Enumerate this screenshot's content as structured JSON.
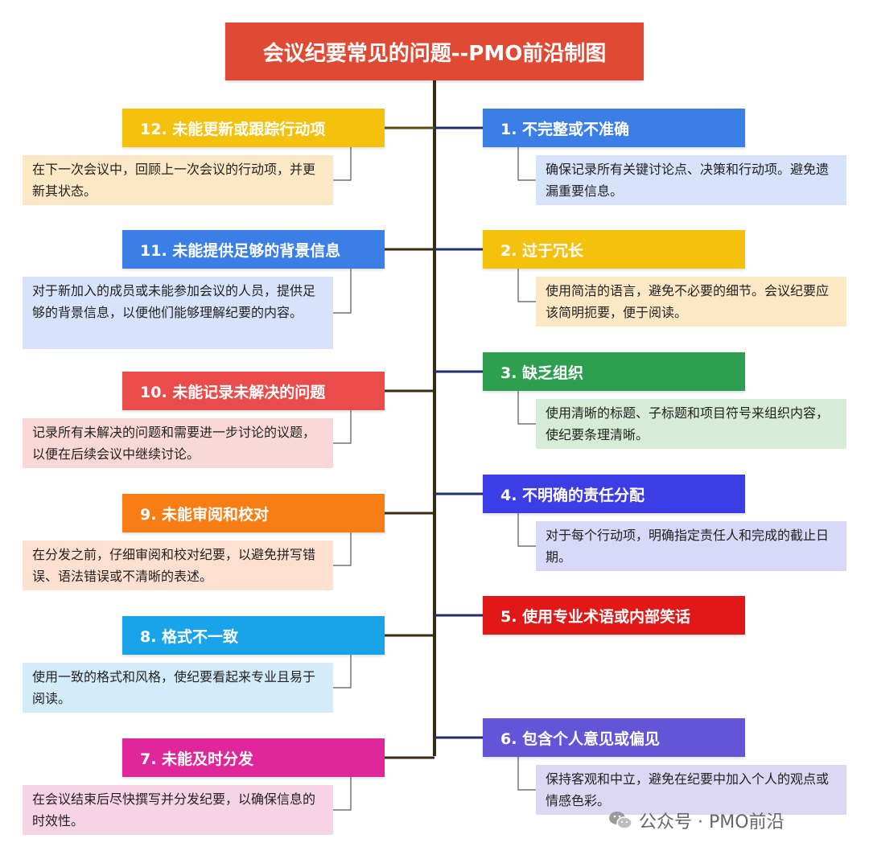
{
  "title": "会议纪要常见的问题--PMO前沿制图",
  "items": [
    {
      "label": "1. 不完整或不准确",
      "desc": "确保记录所有关键讨论点、决策和行动项。避免遗漏重要信息。",
      "color": "#3b7fe6",
      "bg": "#d6e3fa"
    },
    {
      "label": "2. 过于冗长",
      "desc": "使用简洁的语言，避免不必要的细节。会议纪要应该简明扼要，便于阅读。",
      "color": "#f4c20d",
      "bg": "#fde8c6"
    },
    {
      "label": "3. 缺乏组织",
      "desc": "使用清晰的标题、子标题和项目符号来组织内容，使纪要条理清晰。",
      "color": "#2e9e4f",
      "bg": "#d6ecd6"
    },
    {
      "label": "4. 不明确的责任分配",
      "desc": "对于每个行动项，明确指定责任人和完成的截止日期。",
      "color": "#3d3de6",
      "bg": "#d8d8f8"
    },
    {
      "label": "5. 使用专业术语或内部笑话",
      "desc": "",
      "color": "#e01818",
      "bg": "#fbd4d4"
    },
    {
      "label": "6. 包含个人意见或偏见",
      "desc": "保持客观和中立，避免在纪要中加入个人的观点或情感色彩。",
      "color": "#6455d8",
      "bg": "#dcd8f4"
    },
    {
      "label": "7. 未能及时分发",
      "desc": "在会议结束后尽快撰写并分发纪要，以确保信息的时效性。",
      "color": "#e0279a",
      "bg": "#f7d3e6"
    },
    {
      "label": "8. 格式不一致",
      "desc": "使用一致的格式和风格，使纪要看起来专业且易于阅读。",
      "color": "#19a4ea",
      "bg": "#d4ecfa"
    },
    {
      "label": "9. 未能审阅和校对",
      "desc": "在分发之前，仔细审阅和校对纪要，以避免拼写错误、语法错误或不清晰的表述。",
      "color": "#f77d14",
      "bg": "#fde0cf"
    },
    {
      "label": "10. 未能记录未解决的问题",
      "desc": "记录所有未解决的问题和需要进一步讨论的议题，以便在后续会议中继续讨论。",
      "color": "#ea4c4c",
      "bg": "#fbd8d8"
    },
    {
      "label": "11. 未能提供足够的背景信息",
      "desc": "对于新加入的成员或未能参加会议的人员，提供足够的背景信息，以便他们能够理解纪要的内容。",
      "color": "#3b7fe6",
      "bg": "#d6e3fa"
    },
    {
      "label": "12. 未能更新或跟踪行动项",
      "desc": "在下一次会议中，回顾上一次会议的行动项，并更新其状态。",
      "color": "#f4c20d",
      "bg": "#fde8c6"
    }
  ],
  "watermark": "公众号 · PMO前沿"
}
